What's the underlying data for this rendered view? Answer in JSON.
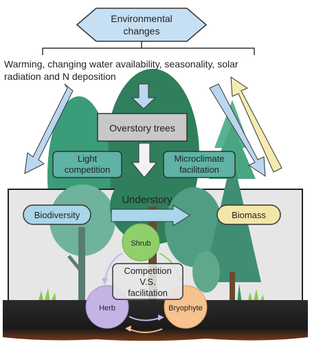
{
  "header": {
    "title_line1": "Environmental",
    "title_line2": "changes",
    "drivers_line1": "Warming, changing water availability, seasonality, solar",
    "drivers_line2": "radiation and N deposition"
  },
  "overstory": {
    "label": "Overstory trees",
    "effect_left_line1": "Light",
    "effect_left_line2": "competition",
    "effect_right_line1": "Microclimate",
    "effect_right_line2": "facilitation"
  },
  "understory": {
    "label": "Understory",
    "left_pill": "Biodiversity",
    "right_pill": "Biomass",
    "interaction_line1": "Competition",
    "interaction_line2": "V.S.",
    "interaction_line3": "facilitation",
    "nodes": {
      "shrub": "Shrub",
      "herb": "Herb",
      "bryophyte": "Bryophyte"
    }
  },
  "colors": {
    "hexagon": "#c7dff3",
    "arrow_blue": "#bcd6f0",
    "arrow_yellow": "#f4ebb0",
    "teal_box": "#5fb2a6",
    "grey_box": "#c8c8c8",
    "understory_bg": "#e6e6e6",
    "biodiversity": "#a9d6e8",
    "biomass": "#f4e6a8",
    "shrub": "#8fd06b",
    "herb": "#c5b3e6",
    "bryophyte": "#f6c28e",
    "soil": "#1e1e1e"
  }
}
